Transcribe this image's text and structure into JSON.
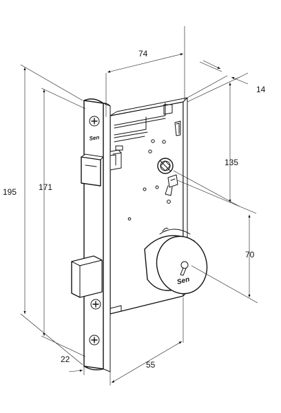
{
  "dimensions": {
    "top_width": "74",
    "face_thickness": "14",
    "height_135": "135",
    "overall_height": "195",
    "inner_height": "171",
    "center_distance": "70",
    "front_offset": "22",
    "backset": "55"
  },
  "brand": {
    "face_logo": "Sen",
    "cylinder_logo": "Sen"
  },
  "icons": {
    "dimension_arrow": "arrow-head-icon",
    "screw": "cross-screw-icon"
  }
}
